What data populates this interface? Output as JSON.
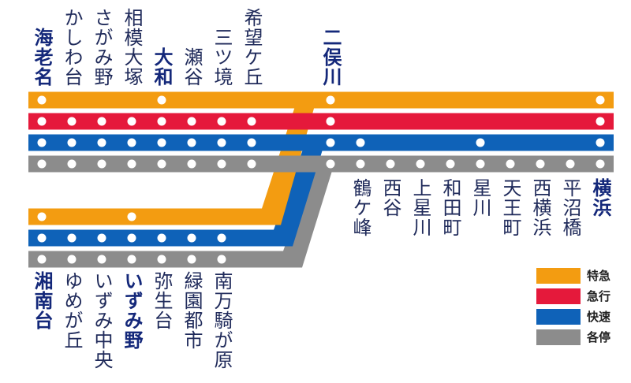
{
  "colors": {
    "limited_express": "#f39c11",
    "express": "#e5193b",
    "rapid": "#0f62b8",
    "local": "#8c8c8c",
    "text": "#1f2a5a",
    "major_text": "#14287a"
  },
  "legend": [
    {
      "label": "特急",
      "color": "#f39c11"
    },
    {
      "label": "急行",
      "color": "#e5193b"
    },
    {
      "label": "快速",
      "color": "#0f62b8"
    },
    {
      "label": "各停",
      "color": "#8c8c8c"
    }
  ],
  "main_line_stations": [
    {
      "name": "海老名",
      "major": true,
      "stops": [
        "limited_express",
        "express",
        "rapid",
        "local"
      ]
    },
    {
      "name": "かしわ台",
      "major": false,
      "stops": [
        "express",
        "rapid",
        "local"
      ]
    },
    {
      "name": "さがみ野",
      "major": false,
      "stops": [
        "express",
        "rapid",
        "local"
      ]
    },
    {
      "name": "相模大塚",
      "major": false,
      "stops": [
        "express",
        "rapid",
        "local"
      ]
    },
    {
      "name": "大和",
      "major": true,
      "stops": [
        "limited_express",
        "express",
        "rapid",
        "local"
      ]
    },
    {
      "name": "瀬谷",
      "major": false,
      "stops": [
        "express",
        "rapid",
        "local"
      ]
    },
    {
      "name": "三ツ境",
      "major": false,
      "stops": [
        "express",
        "rapid",
        "local"
      ]
    },
    {
      "name": "希望ケ丘",
      "major": false,
      "stops": [
        "express",
        "rapid",
        "local"
      ]
    },
    {
      "name": "二俣川",
      "major": true,
      "stops": [
        "limited_express",
        "express",
        "rapid",
        "local"
      ]
    }
  ],
  "trunk_stations": [
    {
      "name": "鶴ケ峰",
      "major": false,
      "stops": [
        "rapid",
        "local"
      ]
    },
    {
      "name": "西谷",
      "major": false,
      "stops": [
        "local"
      ]
    },
    {
      "name": "上星川",
      "major": false,
      "stops": [
        "local"
      ]
    },
    {
      "name": "和田町",
      "major": false,
      "stops": [
        "local"
      ]
    },
    {
      "name": "星川",
      "major": false,
      "stops": [
        "rapid",
        "local"
      ]
    },
    {
      "name": "天王町",
      "major": false,
      "stops": [
        "local"
      ]
    },
    {
      "name": "西横浜",
      "major": false,
      "stops": [
        "local"
      ]
    },
    {
      "name": "平沼橋",
      "major": false,
      "stops": [
        "local"
      ]
    },
    {
      "name": "横浜",
      "major": true,
      "stops": [
        "limited_express",
        "express",
        "rapid",
        "local"
      ]
    }
  ],
  "branch_stations": [
    {
      "name": "湘南台",
      "major": true,
      "stops": [
        "limited_express",
        "rapid",
        "local"
      ]
    },
    {
      "name": "ゆめが丘",
      "major": false,
      "stops": [
        "rapid",
        "local"
      ]
    },
    {
      "name": "いずみ中央",
      "major": false,
      "stops": [
        "rapid",
        "local"
      ]
    },
    {
      "name": "いずみ野",
      "major": true,
      "stops": [
        "limited_express",
        "rapid",
        "local"
      ]
    },
    {
      "name": "弥生台",
      "major": false,
      "stops": [
        "rapid",
        "local"
      ]
    },
    {
      "name": "緑園都市",
      "major": false,
      "stops": [
        "rapid",
        "local"
      ]
    },
    {
      "name": "南万騎が原",
      "major": false,
      "stops": [
        "rapid",
        "local"
      ]
    }
  ]
}
